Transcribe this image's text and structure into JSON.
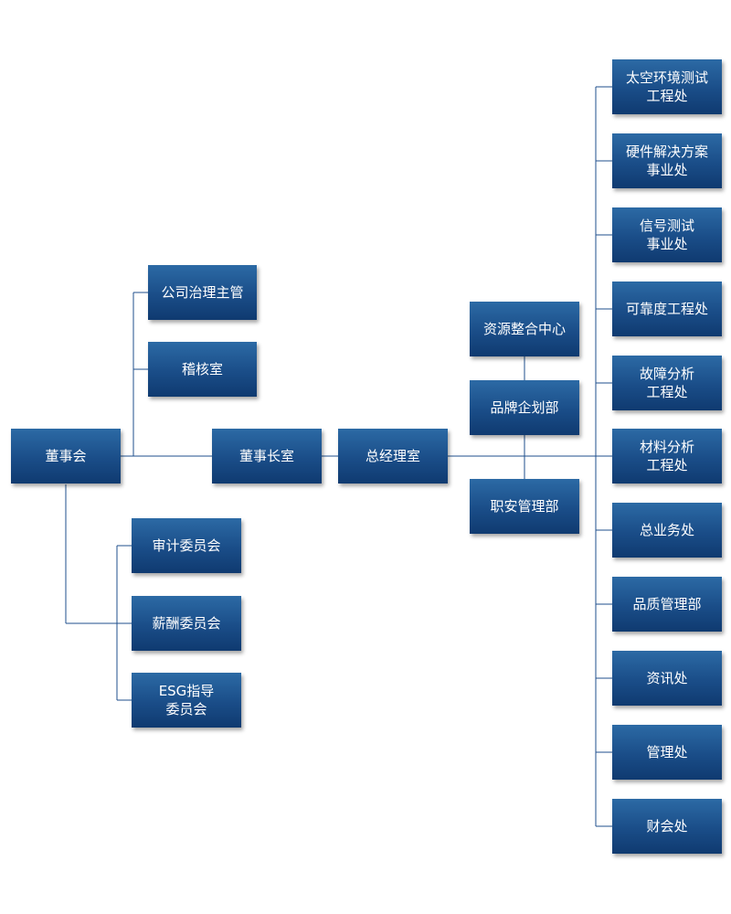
{
  "boxes": {
    "board": "董事会",
    "governance": "公司治理主管",
    "audit_office": "稽核室",
    "chairman_office": "董事长室",
    "gm_office": "总经理室",
    "audit_committee": "审计委员会",
    "compensation_committee": "薪酬委员会",
    "esg_committee": "ESG指导\n委员会",
    "resource_center": "资源整合中心",
    "brand_planning": "品牌企划部",
    "safety_mgmt": "职安管理部",
    "space_env": "太空环境测试\n工程处",
    "hardware": "硬件解决方案\n事业处",
    "signal_test": "信号测试\n事业处",
    "reliability": "可靠度工程处",
    "failure_analysis": "故障分析\n工程处",
    "material_analysis": "材料分析\n工程处",
    "general_affairs": "总业务处",
    "quality_mgmt": "品质管理部",
    "it_office": "资讯处",
    "admin_office": "管理处",
    "finance_office": "财会处"
  }
}
